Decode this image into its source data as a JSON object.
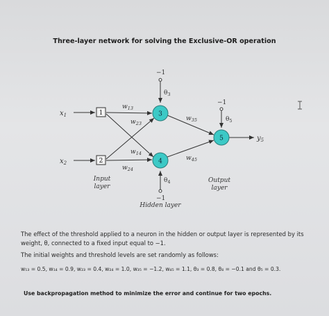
{
  "title": "Three-layer network for solving the Exclusive-OR operation",
  "diagram": {
    "inputs": [
      {
        "label": "x",
        "sub": "1",
        "node": "1"
      },
      {
        "label": "x",
        "sub": "2",
        "node": "2"
      }
    ],
    "hidden": [
      {
        "node": "3",
        "theta": "θ",
        "theta_sub": "3",
        "bias": "−1"
      },
      {
        "node": "4",
        "theta": "θ",
        "theta_sub": "4",
        "bias": "−1"
      }
    ],
    "output": {
      "node": "5",
      "theta": "θ",
      "theta_sub": "5",
      "bias": "−1",
      "y": "y",
      "y_sub": "5"
    },
    "weights": {
      "w13": {
        "w": "w",
        "sub": "13"
      },
      "w23": {
        "w": "w",
        "sub": "23"
      },
      "w14": {
        "w": "w",
        "sub": "14"
      },
      "w24": {
        "w": "w",
        "sub": "24"
      },
      "w35": {
        "w": "w",
        "sub": "35"
      },
      "w45": {
        "w": "w",
        "sub": "45"
      }
    },
    "layer_labels": {
      "input": [
        "Input",
        "layer"
      ],
      "hidden": "Hidden layer",
      "output": [
        "Output",
        "layer"
      ]
    }
  },
  "text": {
    "threshold_note": "The effect of the threshold applied to a neuron in the hidden or output layer is represented by its weight, θ, connected to a fixed input equal to −1.",
    "initial_note": "The initial weights and threshold levels are set randomly as follows:",
    "values": "w₁₃ = 0.5, w₁₄ = 0.9, w₂₃ = 0.4, w₂₄ = 1.0, w₃₅ = −1.2, w₄₅ = 1.1, θ₃ = 0.8, θ₄ = −0.1 and θ₅ = 0.3.",
    "instruction": "Use backpropagation method to minimize the error and continue for two epochs."
  },
  "colors": {
    "node_fill": "#3cc9c6",
    "node_stroke": "#2a7c7a",
    "line": "#333333"
  },
  "cursor_icon": "text-cursor-icon"
}
